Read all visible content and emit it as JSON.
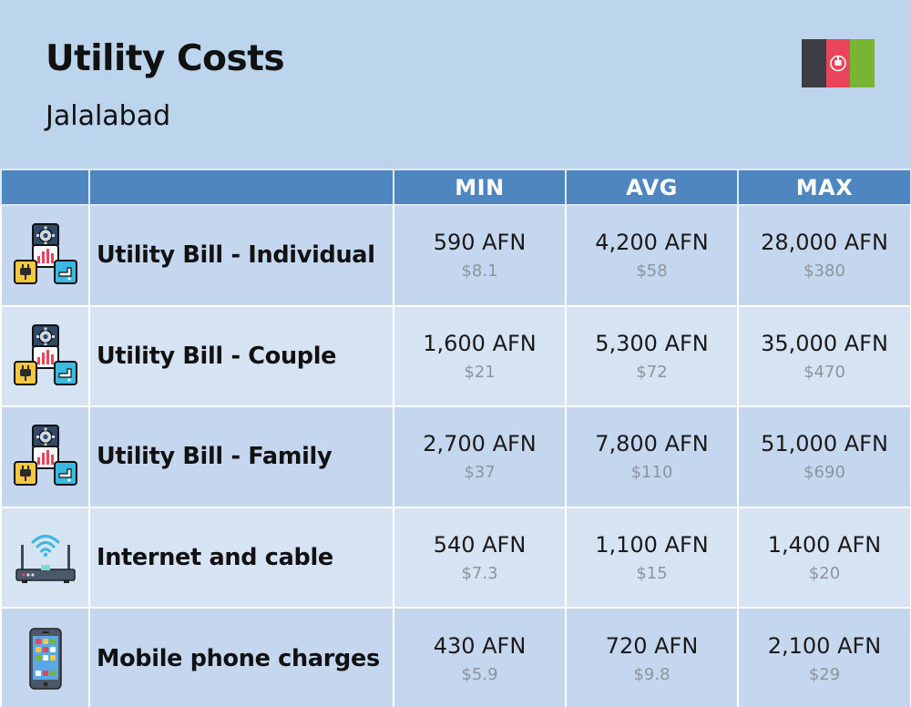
{
  "header": {
    "title": "Utility Costs",
    "city": "Jalalabad",
    "flag": {
      "name": "afghanistan-flag-icon",
      "colors": [
        "#3d3d46",
        "#e8455b",
        "#78b534"
      ]
    }
  },
  "table": {
    "columns": [
      "",
      "",
      "MIN",
      "AVG",
      "MAX"
    ],
    "rows": [
      {
        "icon": "utility-bill-icon",
        "name": "Utility Bill - Individual",
        "min": "590 AFN",
        "min_usd": "$8.1",
        "avg": "4,200 AFN",
        "avg_usd": "$58",
        "max": "28,000 AFN",
        "max_usd": "$380"
      },
      {
        "icon": "utility-bill-icon",
        "name": "Utility Bill - Couple",
        "min": "1,600 AFN",
        "min_usd": "$21",
        "avg": "5,300 AFN",
        "avg_usd": "$72",
        "max": "35,000 AFN",
        "max_usd": "$470"
      },
      {
        "icon": "utility-bill-icon",
        "name": "Utility Bill - Family",
        "min": "2,700 AFN",
        "min_usd": "$37",
        "avg": "7,800 AFN",
        "avg_usd": "$110",
        "max": "51,000 AFN",
        "max_usd": "$690"
      },
      {
        "icon": "wifi-router-icon",
        "name": "Internet and cable",
        "min": "540 AFN",
        "min_usd": "$7.3",
        "avg": "1,100 AFN",
        "avg_usd": "$15",
        "max": "1,400 AFN",
        "max_usd": "$20"
      },
      {
        "icon": "mobile-phone-icon",
        "name": "Mobile phone charges",
        "min": "430 AFN",
        "min_usd": "$5.9",
        "avg": "720 AFN",
        "avg_usd": "$9.8",
        "max": "2,100 AFN",
        "max_usd": "$29"
      }
    ]
  },
  "colors": {
    "background": "#bcd5ec",
    "header_row": "#4f86c0",
    "row_odd": "#c5d7ee",
    "row_even": "#d5e3f3",
    "usd_text": "#8d949c"
  }
}
